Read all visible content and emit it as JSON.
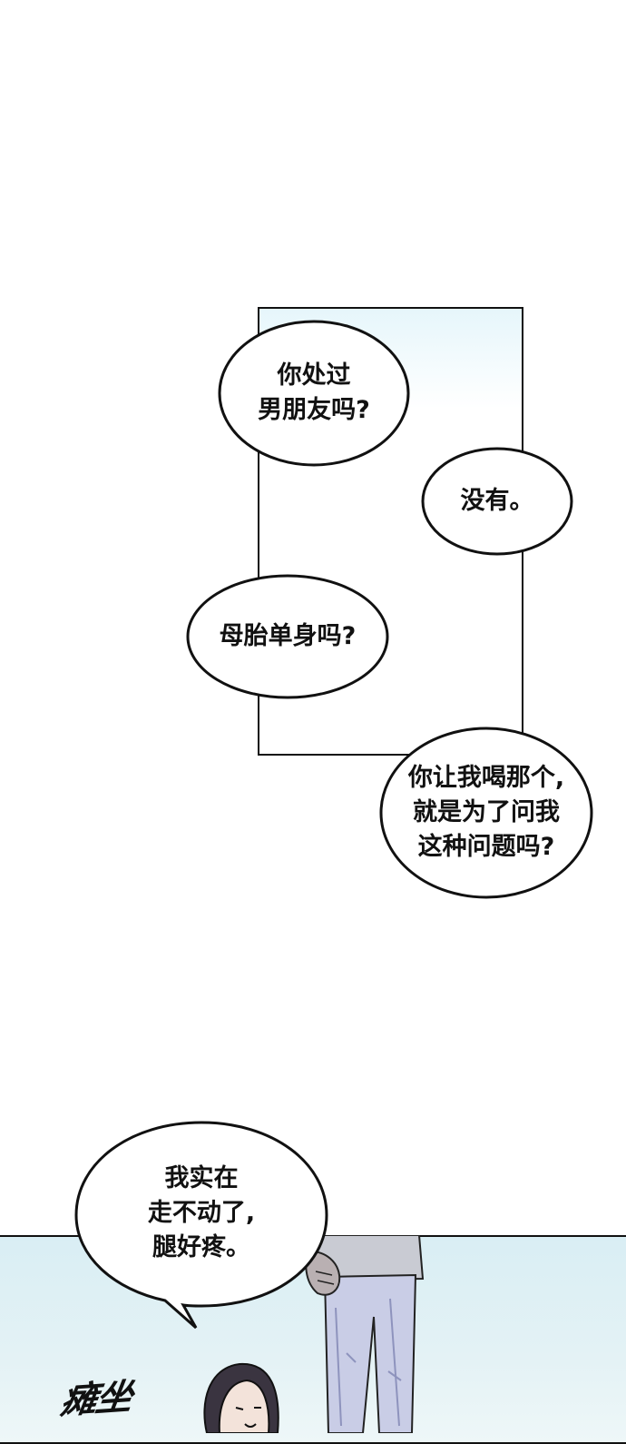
{
  "bubbles": {
    "b1": "你处过\n男朋友吗?",
    "b2": "没有。",
    "b3": "母胎单身吗?",
    "b4": "你让我喝那个,\n就是为了问我\n这种问题吗?",
    "b5": "我实在\n走不动了,\n腿好疼。"
  },
  "sound_effect": "瘫坐",
  "colors": {
    "ink": "#111111",
    "panel_sky": "#e6f6fb",
    "floor": "#dcecf0",
    "jeans": "#c9cde6"
  }
}
